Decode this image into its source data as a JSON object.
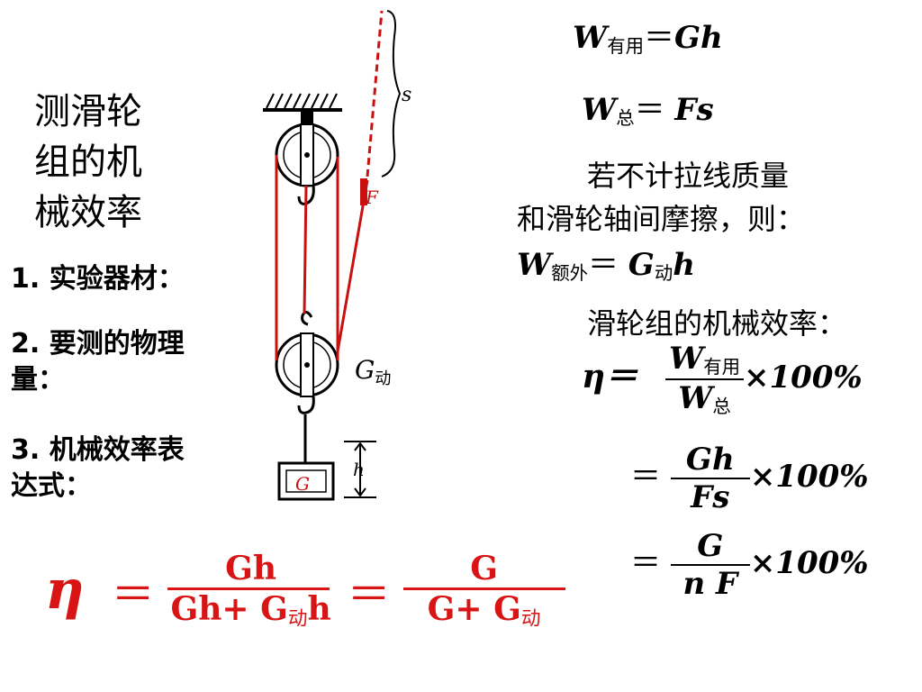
{
  "title": {
    "line1": "测滑轮",
    "line2": "组的机",
    "line3": "械效率"
  },
  "questions": [
    {
      "num": "1.",
      "text": "实验器材："
    },
    {
      "num": "2.",
      "text": "要测的物理",
      "cont": "量："
    },
    {
      "num": "3.",
      "text": "机械效率表",
      "cont": "达式："
    }
  ],
  "diagram": {
    "label_s": "s",
    "label_F": "F",
    "label_G_mov": "G",
    "label_G_mov_sub": "动",
    "label_G": "G",
    "label_h": "h"
  },
  "formulas": {
    "w_useful": {
      "W": "W",
      "sub": "有用",
      "eq": "＝",
      "rhs": "Gh"
    },
    "w_total": {
      "W": "W",
      "sub": "总",
      "eq": "＝",
      "rhs": "Fs"
    },
    "cond_line1": "若不计拉线质量",
    "cond_line2": "和滑轮轴间摩擦，则：",
    "w_extra": {
      "W": "W",
      "sub": "额外",
      "eq": "＝",
      "G": "G",
      "Gsub": "动",
      "h": "h"
    },
    "eff_label": "滑轮组的机械效率：",
    "eta": "η＝",
    "f1": {
      "num_W": "W",
      "num_sub": "有用",
      "den_W": "W",
      "den_sub": "总",
      "times": "×100%"
    },
    "f2": {
      "eq": "＝",
      "num": "Gh",
      "den": "Fs",
      "times": "×100%"
    },
    "f3": {
      "eq": "＝",
      "num": "G",
      "den": "n F",
      "times": "×100%"
    }
  },
  "red_formula": {
    "eta": "η",
    "eq1": "＝",
    "f1_num": "Gh",
    "f1_den_a": "Gh+ G",
    "f1_den_sub": "动",
    "f1_den_b": "h",
    "eq2": "＝",
    "f2_num": "G",
    "f2_den_a": "G+ G",
    "f2_den_sub": "动"
  }
}
